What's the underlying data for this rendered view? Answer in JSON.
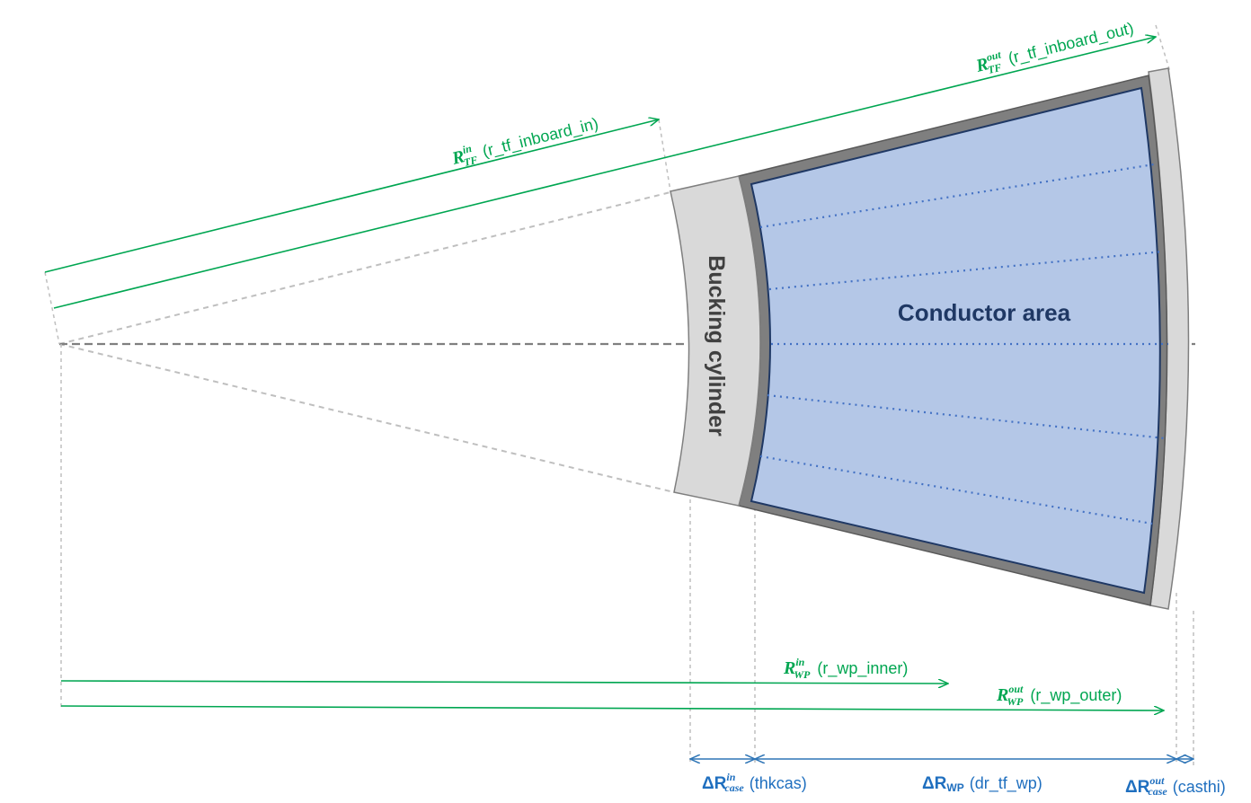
{
  "regions": {
    "bucking_cylinder": "Bucking cylinder",
    "conductor_area": "Conductor area"
  },
  "labels": {
    "r_tf_in": {
      "sym": "R",
      "sup": "in",
      "sub": "TF",
      "name": "(r_tf_inboard_in)"
    },
    "r_tf_out": {
      "sym": "R",
      "sup": "out",
      "sub": "TF",
      "name": "(r_tf_inboard_out)"
    },
    "r_wp_in": {
      "sym": "R",
      "sup": "in",
      "sub": "WP",
      "name": "(r_wp_inner)"
    },
    "r_wp_out": {
      "sym": "R",
      "sup": "out",
      "sub": "WP",
      "name": "(r_wp_outer)"
    },
    "dr_case_in": {
      "sym": "ΔR",
      "sup": "in",
      "sub": "case",
      "name": "(thkcas)"
    },
    "dr_wp": {
      "sym": "ΔR",
      "sub": "WP",
      "name": "(dr_tf_wp)"
    },
    "dr_case_out": {
      "sym": "ΔR",
      "sup": "out",
      "sub": "case",
      "name": "(casthi)"
    }
  },
  "colors": {
    "green": "#00a651",
    "blue": "#1f6fbf",
    "conductor_fill": "#b4c7e7",
    "case_fill": "#7f7f7f",
    "bucking_fill": "#d9d9d9",
    "conductor_text": "#1f3864",
    "bucking_text": "#404040"
  }
}
